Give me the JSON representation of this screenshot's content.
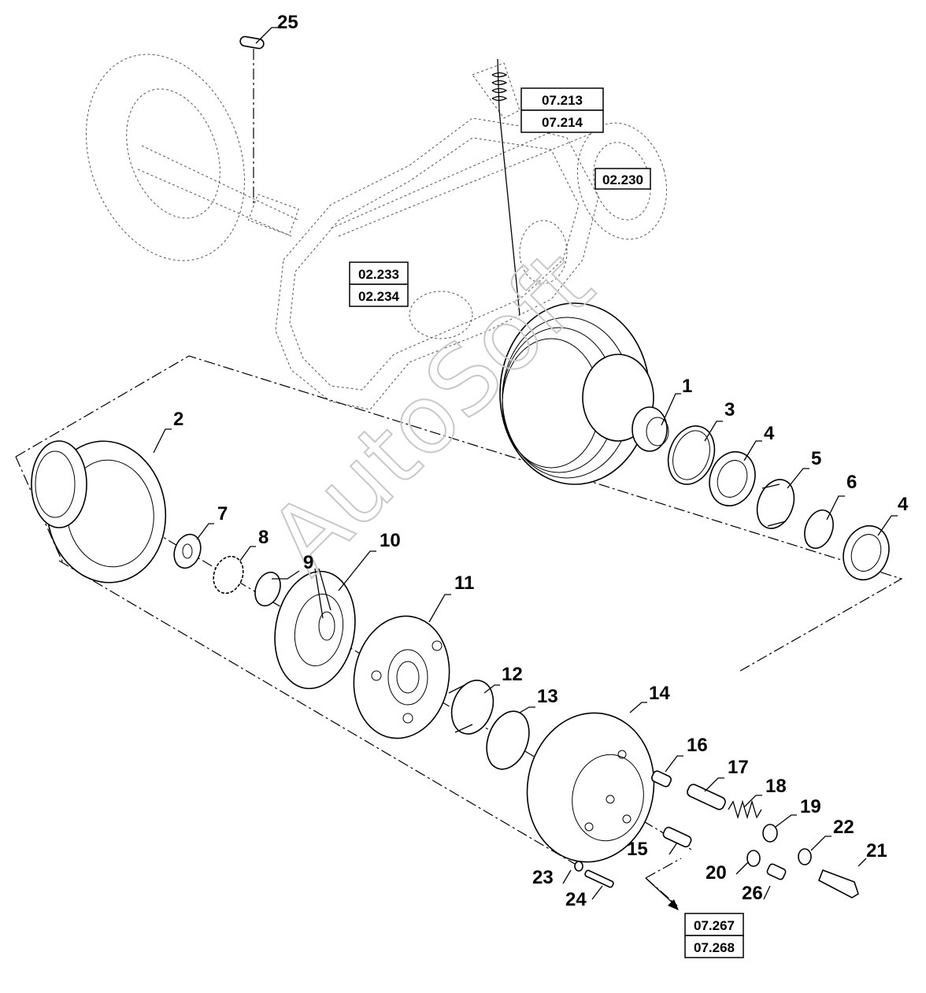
{
  "watermark": "AutoSoft",
  "callouts": {
    "c1": "1",
    "c2": "2",
    "c3": "3",
    "c4a": "4",
    "c4b": "4",
    "c5": "5",
    "c6": "6",
    "c7": "7",
    "c8": "8",
    "c9": "9",
    "c10": "10",
    "c11": "11",
    "c12": "12",
    "c13": "13",
    "c14": "14",
    "c15": "15",
    "c16": "16",
    "c17": "17",
    "c18": "18",
    "c19": "19",
    "c20": "20",
    "c21": "21",
    "c22": "22",
    "c23": "23",
    "c24": "24",
    "c25": "25",
    "c26": "26"
  },
  "references": {
    "r1": "07.213",
    "r2": "07.214",
    "r3": "02.230",
    "r4": "02.233",
    "r5": "02.234",
    "r6": "07.267",
    "r7": "07.268"
  }
}
